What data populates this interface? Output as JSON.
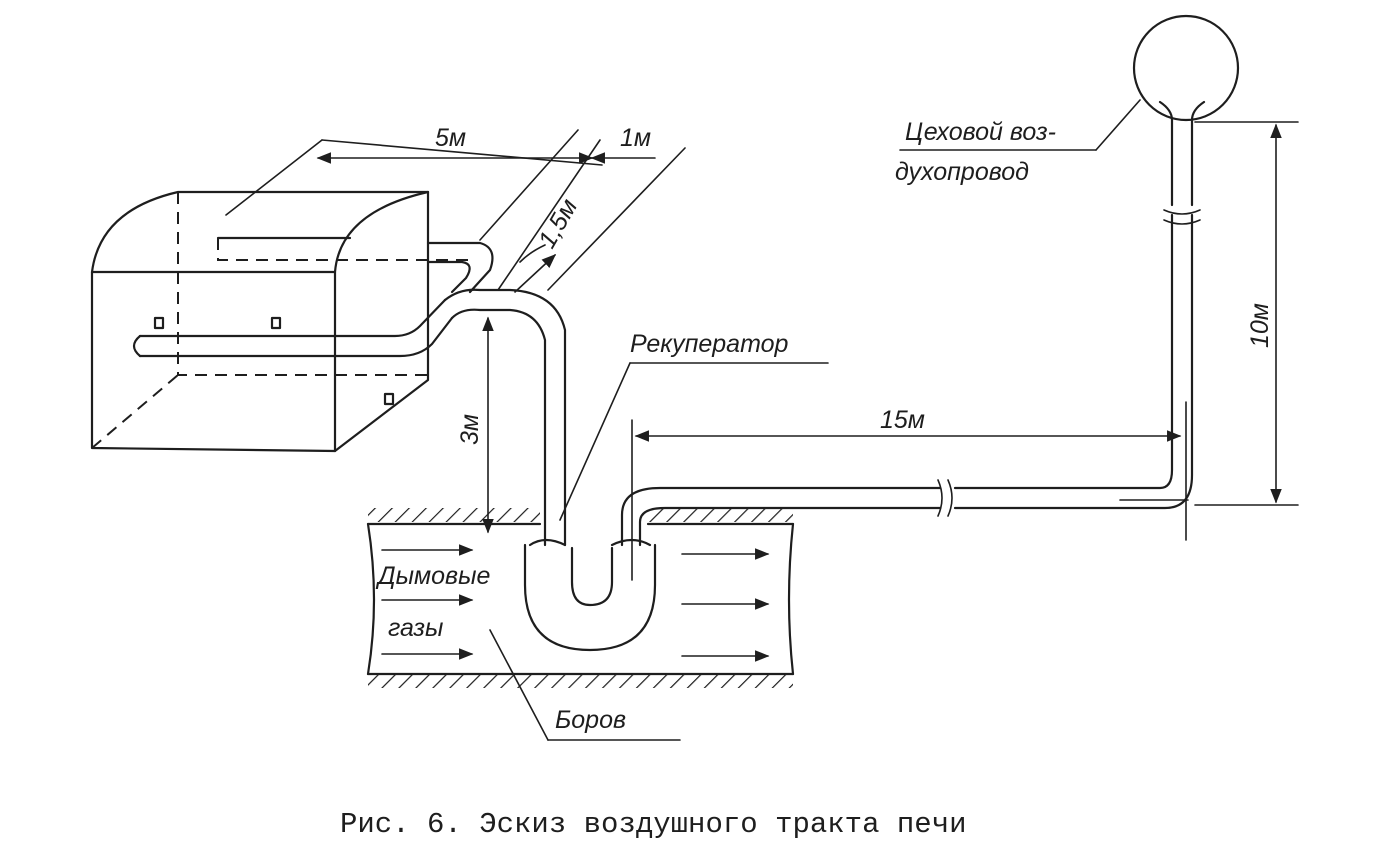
{
  "labels": {
    "dim_5m": "5м",
    "dim_1m": "1м",
    "dim_1_5m": "1,5м",
    "dim_3m": "3м",
    "dim_15m": "15м",
    "dim_10m": "10м",
    "recuperator": "Рекуператор",
    "air_main_line1": "Цеховой воз-",
    "air_main_line2": "духопровод",
    "flue_gases_line1": "Дымовые",
    "flue_gases_line2": "газы",
    "flue_duct": "Боров"
  },
  "caption": "Рис. 6. Эскиз воздушного тракта печи"
}
